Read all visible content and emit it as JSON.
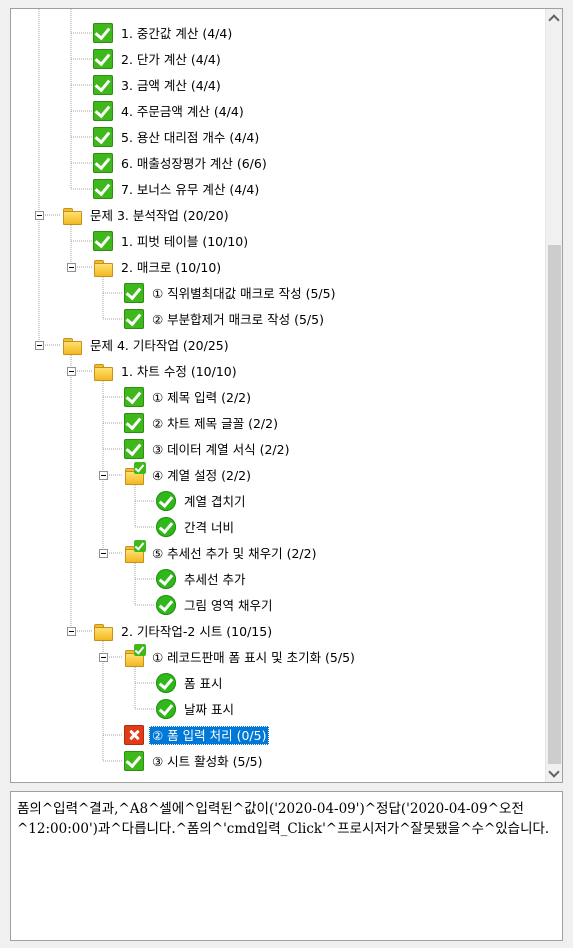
{
  "tree": {
    "nodes": [
      {
        "label": "1. 중간값 계산 (4/4)",
        "icon": "check-icon",
        "level": 2,
        "status": "pass"
      },
      {
        "label": "2. 단가 계산 (4/4)",
        "icon": "check-icon",
        "level": 2,
        "status": "pass"
      },
      {
        "label": "3. 금액 계산 (4/4)",
        "icon": "check-icon",
        "level": 2,
        "status": "pass"
      },
      {
        "label": "4. 주문금액 계산 (4/4)",
        "icon": "check-icon",
        "level": 2,
        "status": "pass"
      },
      {
        "label": "5. 용산 대리점 개수 (4/4)",
        "icon": "check-icon",
        "level": 2,
        "status": "pass"
      },
      {
        "label": "6. 매출성장평가 계산 (6/6)",
        "icon": "check-icon",
        "level": 2,
        "status": "pass"
      },
      {
        "label": "7. 보너스 유무 계산 (4/4)",
        "icon": "check-icon",
        "level": 2,
        "status": "pass"
      },
      {
        "label": "문제 3. 분석작업 (20/20)",
        "icon": "folder-icon",
        "level": 1,
        "status": "folder"
      },
      {
        "label": "1. 피벗 테이블 (10/10)",
        "icon": "check-icon",
        "level": 2,
        "status": "pass"
      },
      {
        "label": "2. 매크로 (10/10)",
        "icon": "folder-icon",
        "level": 2,
        "status": "folder"
      },
      {
        "label": "① 직위별최대값 매크로 작성 (5/5)",
        "icon": "check-icon",
        "level": 3,
        "status": "pass"
      },
      {
        "label": "② 부분합제거 매크로 작성 (5/5)",
        "icon": "check-icon",
        "level": 3,
        "status": "pass"
      },
      {
        "label": "문제 4. 기타작업 (20/25)",
        "icon": "folder-icon",
        "level": 1,
        "status": "folder"
      },
      {
        "label": "1. 차트 수정 (10/10)",
        "icon": "folder-icon",
        "level": 2,
        "status": "folder"
      },
      {
        "label": "① 제목 입력 (2/2)",
        "icon": "check-icon",
        "level": 3,
        "status": "pass"
      },
      {
        "label": "② 차트 제목 글꼴 (2/2)",
        "icon": "check-icon",
        "level": 3,
        "status": "pass"
      },
      {
        "label": "③ 데이터 계열 서식 (2/2)",
        "icon": "check-icon",
        "level": 3,
        "status": "pass"
      },
      {
        "label": "④ 계열 설정 (2/2)",
        "icon": "folder-check-icon",
        "level": 3,
        "status": "folder-pass"
      },
      {
        "label": "계열 겹치기",
        "icon": "circle-check-icon",
        "level": 4,
        "status": "pass"
      },
      {
        "label": "간격 너비",
        "icon": "circle-check-icon",
        "level": 4,
        "status": "pass"
      },
      {
        "label": "⑤ 추세선 추가 및 채우기 (2/2)",
        "icon": "folder-check-icon",
        "level": 3,
        "status": "folder-pass"
      },
      {
        "label": "추세선 추가",
        "icon": "circle-check-icon",
        "level": 4,
        "status": "pass"
      },
      {
        "label": "그림 영역 채우기",
        "icon": "circle-check-icon",
        "level": 4,
        "status": "pass"
      },
      {
        "label": "2. 기타작업-2 시트 (10/15)",
        "icon": "folder-icon",
        "level": 2,
        "status": "folder"
      },
      {
        "label": "① 레코드판매 폼 표시 및 초기화 (5/5)",
        "icon": "folder-check-icon",
        "level": 3,
        "status": "folder-pass"
      },
      {
        "label": "폼 표시",
        "icon": "circle-check-icon",
        "level": 4,
        "status": "pass"
      },
      {
        "label": "날짜 표시",
        "icon": "circle-check-icon",
        "level": 4,
        "status": "pass"
      },
      {
        "label": "② 폼 입력 처리 (0/5)",
        "icon": "x-icon",
        "level": 3,
        "status": "fail",
        "selected": true
      },
      {
        "label": "③ 시트 활성화 (5/5)",
        "icon": "check-icon",
        "level": 3,
        "status": "pass"
      }
    ]
  },
  "message": {
    "text": "폼의^입력^결과,^A8^셀에^입력된^값이('2020-04-09')^정답('2020-04-09^오전^12:00:00')과^다릅니다.^폼의^'cmd입력_Click'^프로시저가^잘못됐을^수^있습니다."
  }
}
